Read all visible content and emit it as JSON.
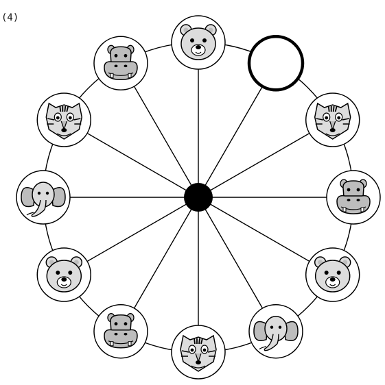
{
  "problem_label": "(4)",
  "center_node": {
    "fill": "#000000"
  },
  "colors": {
    "stroke": "#000000",
    "fill_light": "#dddddd",
    "fill_mid": "#bdbdbd",
    "fill_dark": "#9a9a9a"
  },
  "wheel": [
    {
      "animal": "bear"
    },
    {
      "animal": "blank"
    },
    {
      "animal": "tiger"
    },
    {
      "animal": "hippo"
    },
    {
      "animal": "bear"
    },
    {
      "animal": "elephant"
    },
    {
      "animal": "tiger"
    },
    {
      "animal": "hippo"
    },
    {
      "animal": "bear"
    },
    {
      "animal": "elephant"
    },
    {
      "animal": "tiger"
    },
    {
      "animal": "hippo"
    }
  ],
  "highlighted_animal": "blank"
}
